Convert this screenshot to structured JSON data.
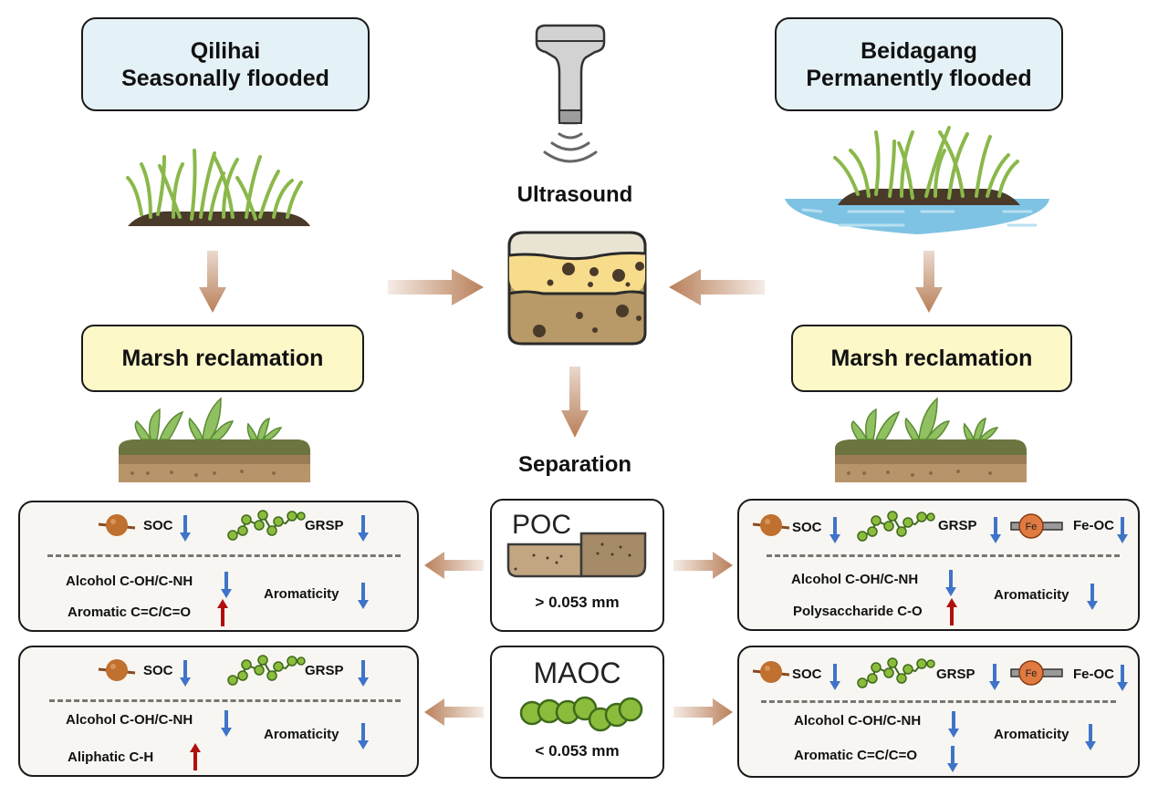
{
  "sites": {
    "left": {
      "name": "Qilihai",
      "type": "Seasonally flooded"
    },
    "right": {
      "name": "Beidagang",
      "type": "Permanently flooded"
    }
  },
  "center": {
    "ultrasound_label": "Ultrasound",
    "separation_label": "Separation"
  },
  "reclamation": {
    "left_label": "Marsh reclamation",
    "right_label": "Marsh reclamation"
  },
  "fractions": {
    "poc": {
      "name": "POC",
      "size": "> 0.053 mm"
    },
    "maoc": {
      "name": "MAOC",
      "size": "< 0.053 mm"
    }
  },
  "colors": {
    "decrease": "#3f74c9",
    "increase": "#b00f0f",
    "arrow_brown": "#b9805a",
    "site_box": "#e4f1f6",
    "reclamation_box": "#fdf8c8"
  },
  "results": {
    "left_poc": {
      "soc": {
        "label": "SOC",
        "trend": "down"
      },
      "grsp": {
        "label": "GRSP",
        "trend": "down"
      },
      "groups": [
        {
          "label": "Alcohol C-OH/C-NH",
          "trend": "down"
        },
        {
          "label": "Aromatic C=C/C=O",
          "trend": "up"
        }
      ],
      "aromaticity": {
        "label": "Aromaticity",
        "trend": "down"
      }
    },
    "left_maoc": {
      "soc": {
        "label": "SOC",
        "trend": "down"
      },
      "grsp": {
        "label": "GRSP",
        "trend": "down"
      },
      "groups": [
        {
          "label": "Alcohol C-OH/C-NH",
          "trend": "down"
        },
        {
          "label": "Aliphatic C-H",
          "trend": "up"
        }
      ],
      "aromaticity": {
        "label": "Aromaticity",
        "trend": "down"
      }
    },
    "right_poc": {
      "soc": {
        "label": "SOC",
        "trend": "down"
      },
      "grsp": {
        "label": "GRSP",
        "trend": "down"
      },
      "feoc": {
        "label": "Fe-OC",
        "trend": "down",
        "badge": "Fe"
      },
      "groups": [
        {
          "label": "Alcohol C-OH/C-NH",
          "trend": "down"
        },
        {
          "label": "Polysaccharide C-O",
          "trend": "up"
        }
      ],
      "aromaticity": {
        "label": "Aromaticity",
        "trend": "down"
      }
    },
    "right_maoc": {
      "soc": {
        "label": "SOC",
        "trend": "down"
      },
      "grsp": {
        "label": "GRSP",
        "trend": "down"
      },
      "feoc": {
        "label": "Fe-OC",
        "trend": "down",
        "badge": "Fe"
      },
      "groups": [
        {
          "label": "Alcohol C-OH/C-NH",
          "trend": "down"
        },
        {
          "label": "Aromatic C=C/C=O",
          "trend": "down"
        }
      ],
      "aromaticity": {
        "label": "Aromaticity",
        "trend": "down"
      }
    }
  }
}
